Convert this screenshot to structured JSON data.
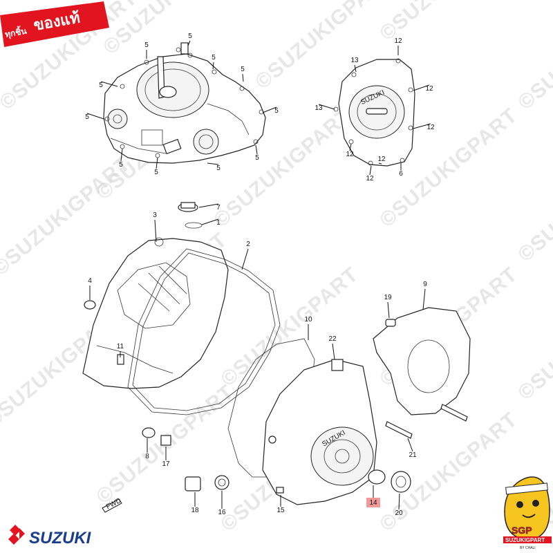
{
  "badge": {
    "small_text": "ทุกชิ้น",
    "big_text": "ของแท้",
    "color": "#e2141f"
  },
  "watermark": {
    "text": "©SUZUKIGPART"
  },
  "brand": {
    "logo_text": "SUZUKI",
    "color": "#e2141f"
  },
  "cover_text": "SUZUKI",
  "fwd_label": "FWD",
  "mascot": {
    "name": "SGP",
    "banner": "SUZUKIGPART",
    "sub": "BY CHALI"
  },
  "callouts": [
    {
      "n": "5"
    },
    {
      "n": "5"
    },
    {
      "n": "5"
    },
    {
      "n": "5"
    },
    {
      "n": "5"
    },
    {
      "n": "5"
    },
    {
      "n": "5"
    },
    {
      "n": "5"
    },
    {
      "n": "5"
    },
    {
      "n": "5"
    },
    {
      "n": "5"
    },
    {
      "n": "12"
    },
    {
      "n": "13"
    },
    {
      "n": "12"
    },
    {
      "n": "13"
    },
    {
      "n": "12"
    },
    {
      "n": "12"
    },
    {
      "n": "12"
    },
    {
      "n": "12"
    },
    {
      "n": "6"
    },
    {
      "n": "7"
    },
    {
      "n": "1"
    },
    {
      "n": "3"
    },
    {
      "n": "2"
    },
    {
      "n": "4"
    },
    {
      "n": "11"
    },
    {
      "n": "10"
    },
    {
      "n": "22"
    },
    {
      "n": "19"
    },
    {
      "n": "9"
    },
    {
      "n": "8"
    },
    {
      "n": "17"
    },
    {
      "n": "18"
    },
    {
      "n": "16"
    },
    {
      "n": "15"
    },
    {
      "n": "14",
      "highlight": true
    },
    {
      "n": "20"
    },
    {
      "n": "21"
    }
  ]
}
